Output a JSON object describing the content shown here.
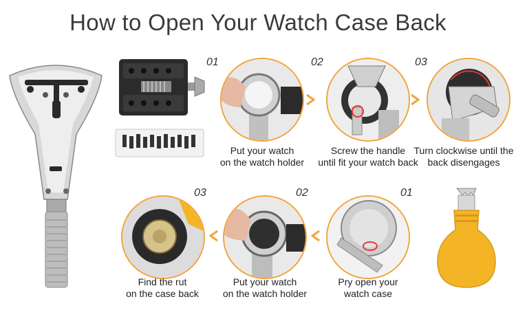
{
  "title": "How to Open Your Watch Case Back",
  "colors": {
    "accent": "#f2a33a",
    "text": "#222222",
    "title": "#3a3a3a",
    "yellow_tool": "#f3b526"
  },
  "top_steps": [
    {
      "num": "01",
      "line1": "Put your watch",
      "line2": "on the watch holder"
    },
    {
      "num": "02",
      "line1": "Screw the handle",
      "line2": "until fit your watch back"
    },
    {
      "num": "03",
      "line1": "Turn clockwise until the",
      "line2": "back disengages"
    }
  ],
  "bottom_steps": [
    {
      "num": "03",
      "line1": "Find the rut",
      "line2": "on the case back"
    },
    {
      "num": "02",
      "line1": "Put your watch",
      "line2": "on the watch holder"
    },
    {
      "num": "01",
      "line1": "Pry open your",
      "line2": "watch case"
    }
  ],
  "icons": [
    "watch-case-wrench-icon",
    "watch-holder-icon",
    "pin-set-icon",
    "case-opener-icon",
    "chevron-right-icon",
    "chevron-left-icon"
  ]
}
